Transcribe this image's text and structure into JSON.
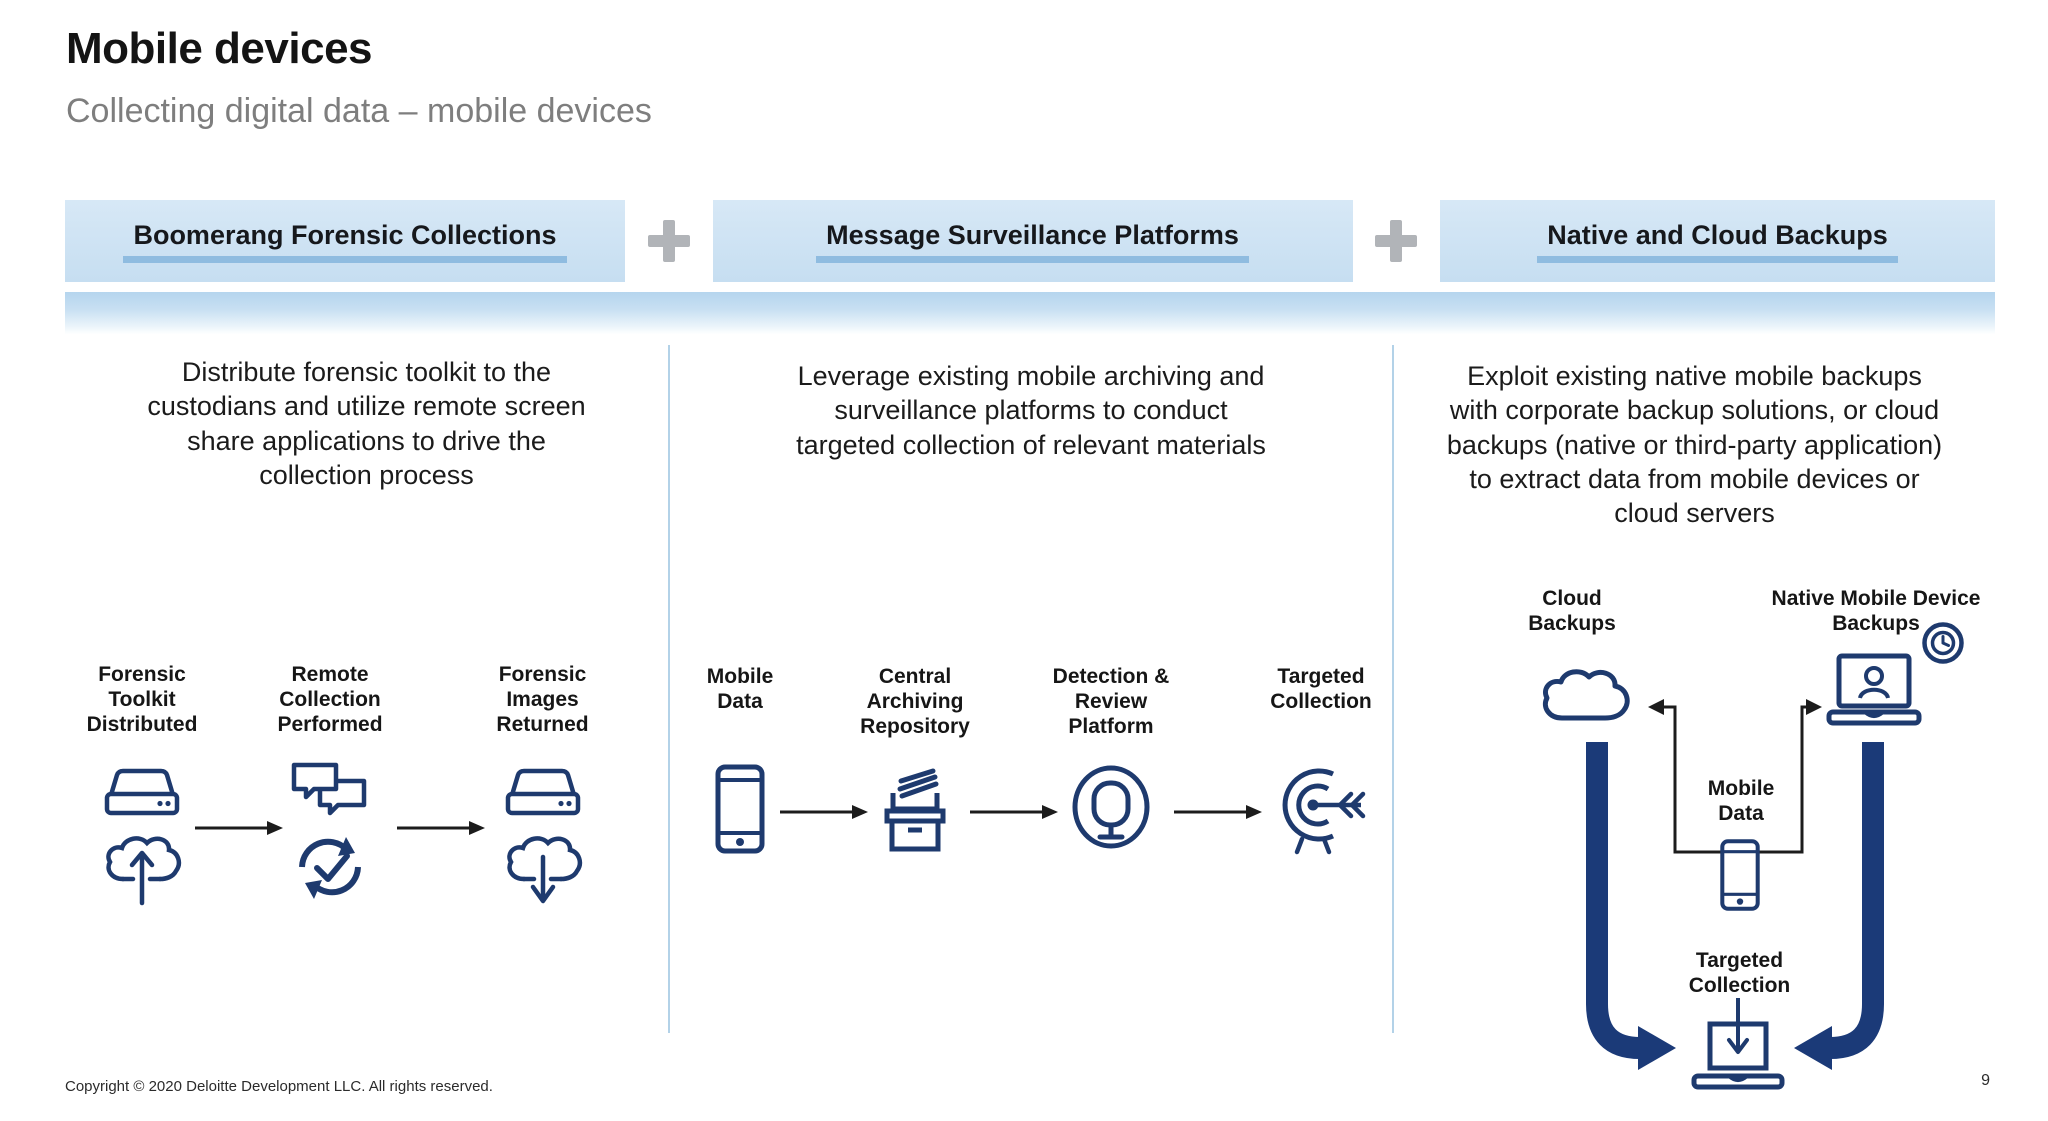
{
  "slide": {
    "title": "Mobile devices",
    "subtitle": "Collecting digital data – mobile devices",
    "footer": "Copyright © 2020 Deloitte Development LLC. All rights reserved.",
    "page_number": "9"
  },
  "colors": {
    "header_bar": "#cfe3f3",
    "header_underline": "#8fbce0",
    "band": "#b5d5ee",
    "icon_navy": "#1e3a6e",
    "thick_arrow_navy": "#1b3a78",
    "plus_gray": "#b1b4b8",
    "divider": "#b3d2e8"
  },
  "columns": [
    {
      "header": "Boomerang Forensic Collections",
      "description_lines": [
        "Distribute forensic toolkit to the",
        "custodians and utilize remote screen",
        "share applications to drive the",
        "collection process"
      ],
      "steps": [
        {
          "label": "Forensic Toolkit Distributed",
          "icons": [
            "hard-drive-icon",
            "cloud-upload-icon"
          ]
        },
        {
          "label": "Remote Collection Performed",
          "icons": [
            "chat-bubbles-icon",
            "sync-check-icon"
          ]
        },
        {
          "label": "Forensic Images Returned",
          "icons": [
            "hard-drive-icon",
            "cloud-download-icon"
          ]
        }
      ]
    },
    {
      "header": "Message Surveillance Platforms",
      "description_lines": [
        "Leverage existing mobile archiving and",
        "surveillance platforms to conduct",
        "targeted collection of relevant materials"
      ],
      "steps": [
        {
          "label": "Mobile Data",
          "icons": [
            "smartphone-icon"
          ]
        },
        {
          "label": "Central Archiving Repository",
          "icons": [
            "archive-box-icon"
          ]
        },
        {
          "label": "Detection & Review Platform",
          "icons": [
            "detection-lens-icon"
          ]
        },
        {
          "label": "Targeted Collection",
          "icons": [
            "target-arrow-icon"
          ]
        }
      ]
    },
    {
      "header": "Native and Cloud Backups",
      "description_lines": [
        "Exploit existing native mobile backups",
        "with corporate backup solutions, or cloud",
        "backups (native or third-party application)",
        "to extract data from mobile devices or",
        "cloud servers"
      ],
      "nodes": {
        "cloud_backups": "Cloud Backups",
        "native_backups": "Native Mobile Device Backups",
        "mobile_data": "Mobile Data",
        "targeted_collection": "Targeted Collection",
        "icons": [
          "cloud-icon",
          "laptop-user-icon",
          "backup-history-icon",
          "smartphone-icon",
          "laptop-download-icon"
        ]
      }
    }
  ]
}
